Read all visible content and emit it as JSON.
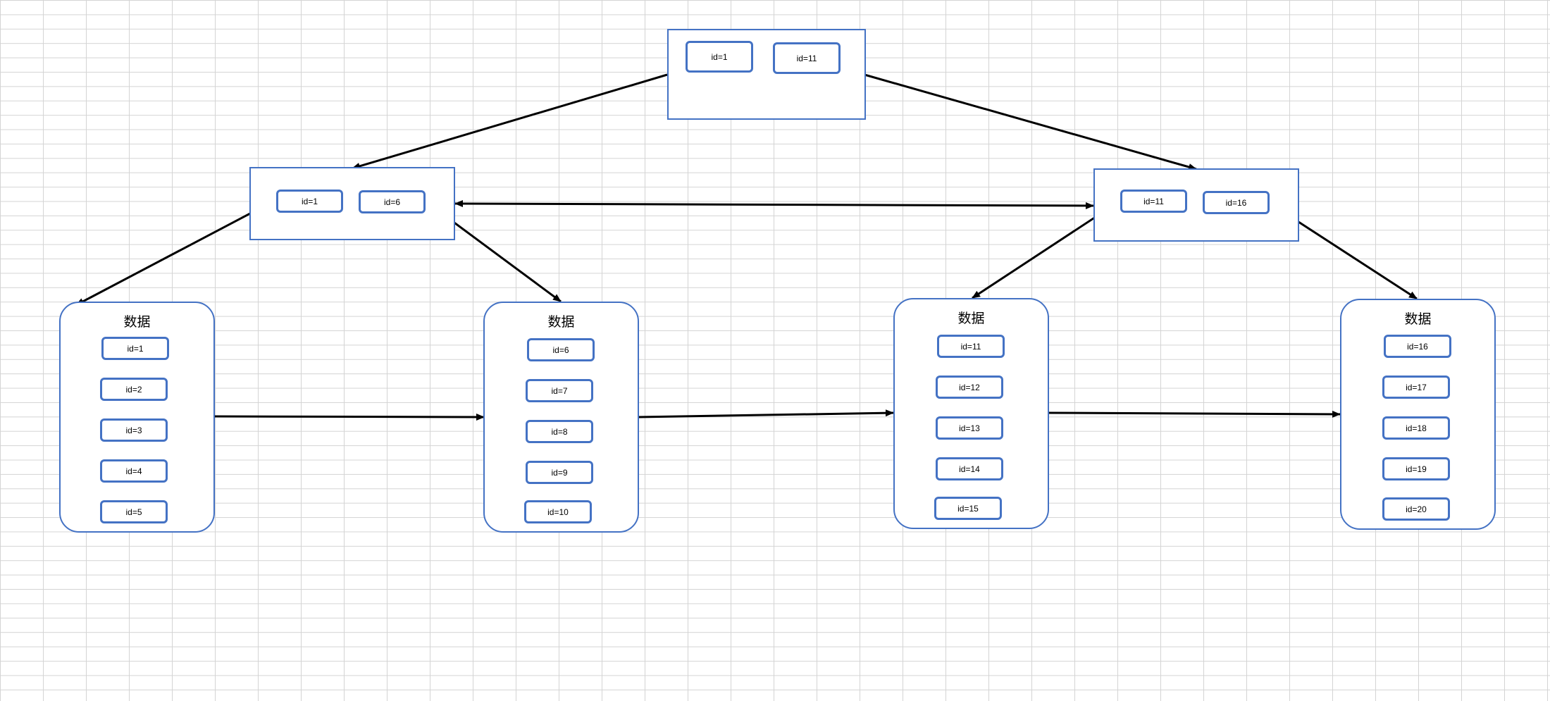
{
  "root": {
    "keys": [
      "id=1",
      "id=11"
    ]
  },
  "branches": [
    {
      "keys": [
        "id=1",
        "id=6"
      ]
    },
    {
      "keys": [
        "id=11",
        "id=16"
      ]
    }
  ],
  "leaves": [
    {
      "title": "数据",
      "rows": [
        "id=1",
        "id=2",
        "id=3",
        "id=4",
        "id=5"
      ]
    },
    {
      "title": "数据",
      "rows": [
        "id=6",
        "id=7",
        "id=8",
        "id=9",
        "id=10"
      ]
    },
    {
      "title": "数据",
      "rows": [
        "id=11",
        "id=12",
        "id=13",
        "id=14",
        "id=15"
      ]
    },
    {
      "title": "数据",
      "rows": [
        "id=16",
        "id=17",
        "id=18",
        "id=19",
        "id=20"
      ]
    }
  ],
  "colors": {
    "border": "#4472c4",
    "arrow": "#000000",
    "chain-arrow": "#5b9bd5",
    "grid": "#d4d4d4"
  }
}
